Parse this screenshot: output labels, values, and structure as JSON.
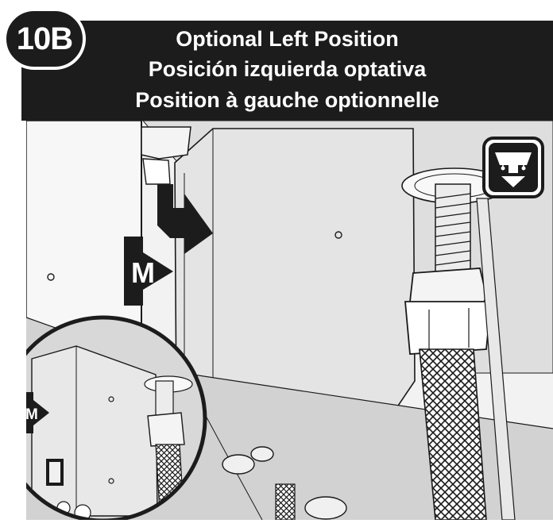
{
  "step": {
    "number": "10B"
  },
  "title": {
    "en": "Optional Left Position",
    "es": "Posición izquierda optativa",
    "fr": "Position à gauche optionnelle"
  },
  "labels": {
    "m_main": "M",
    "m_inset": "M"
  },
  "icons": {
    "install_icon": "mount-under-sink-icon"
  },
  "colors": {
    "header": "#1c1c1c",
    "panel_grey": "#dcdcdc",
    "line": "#1a1a1a"
  }
}
